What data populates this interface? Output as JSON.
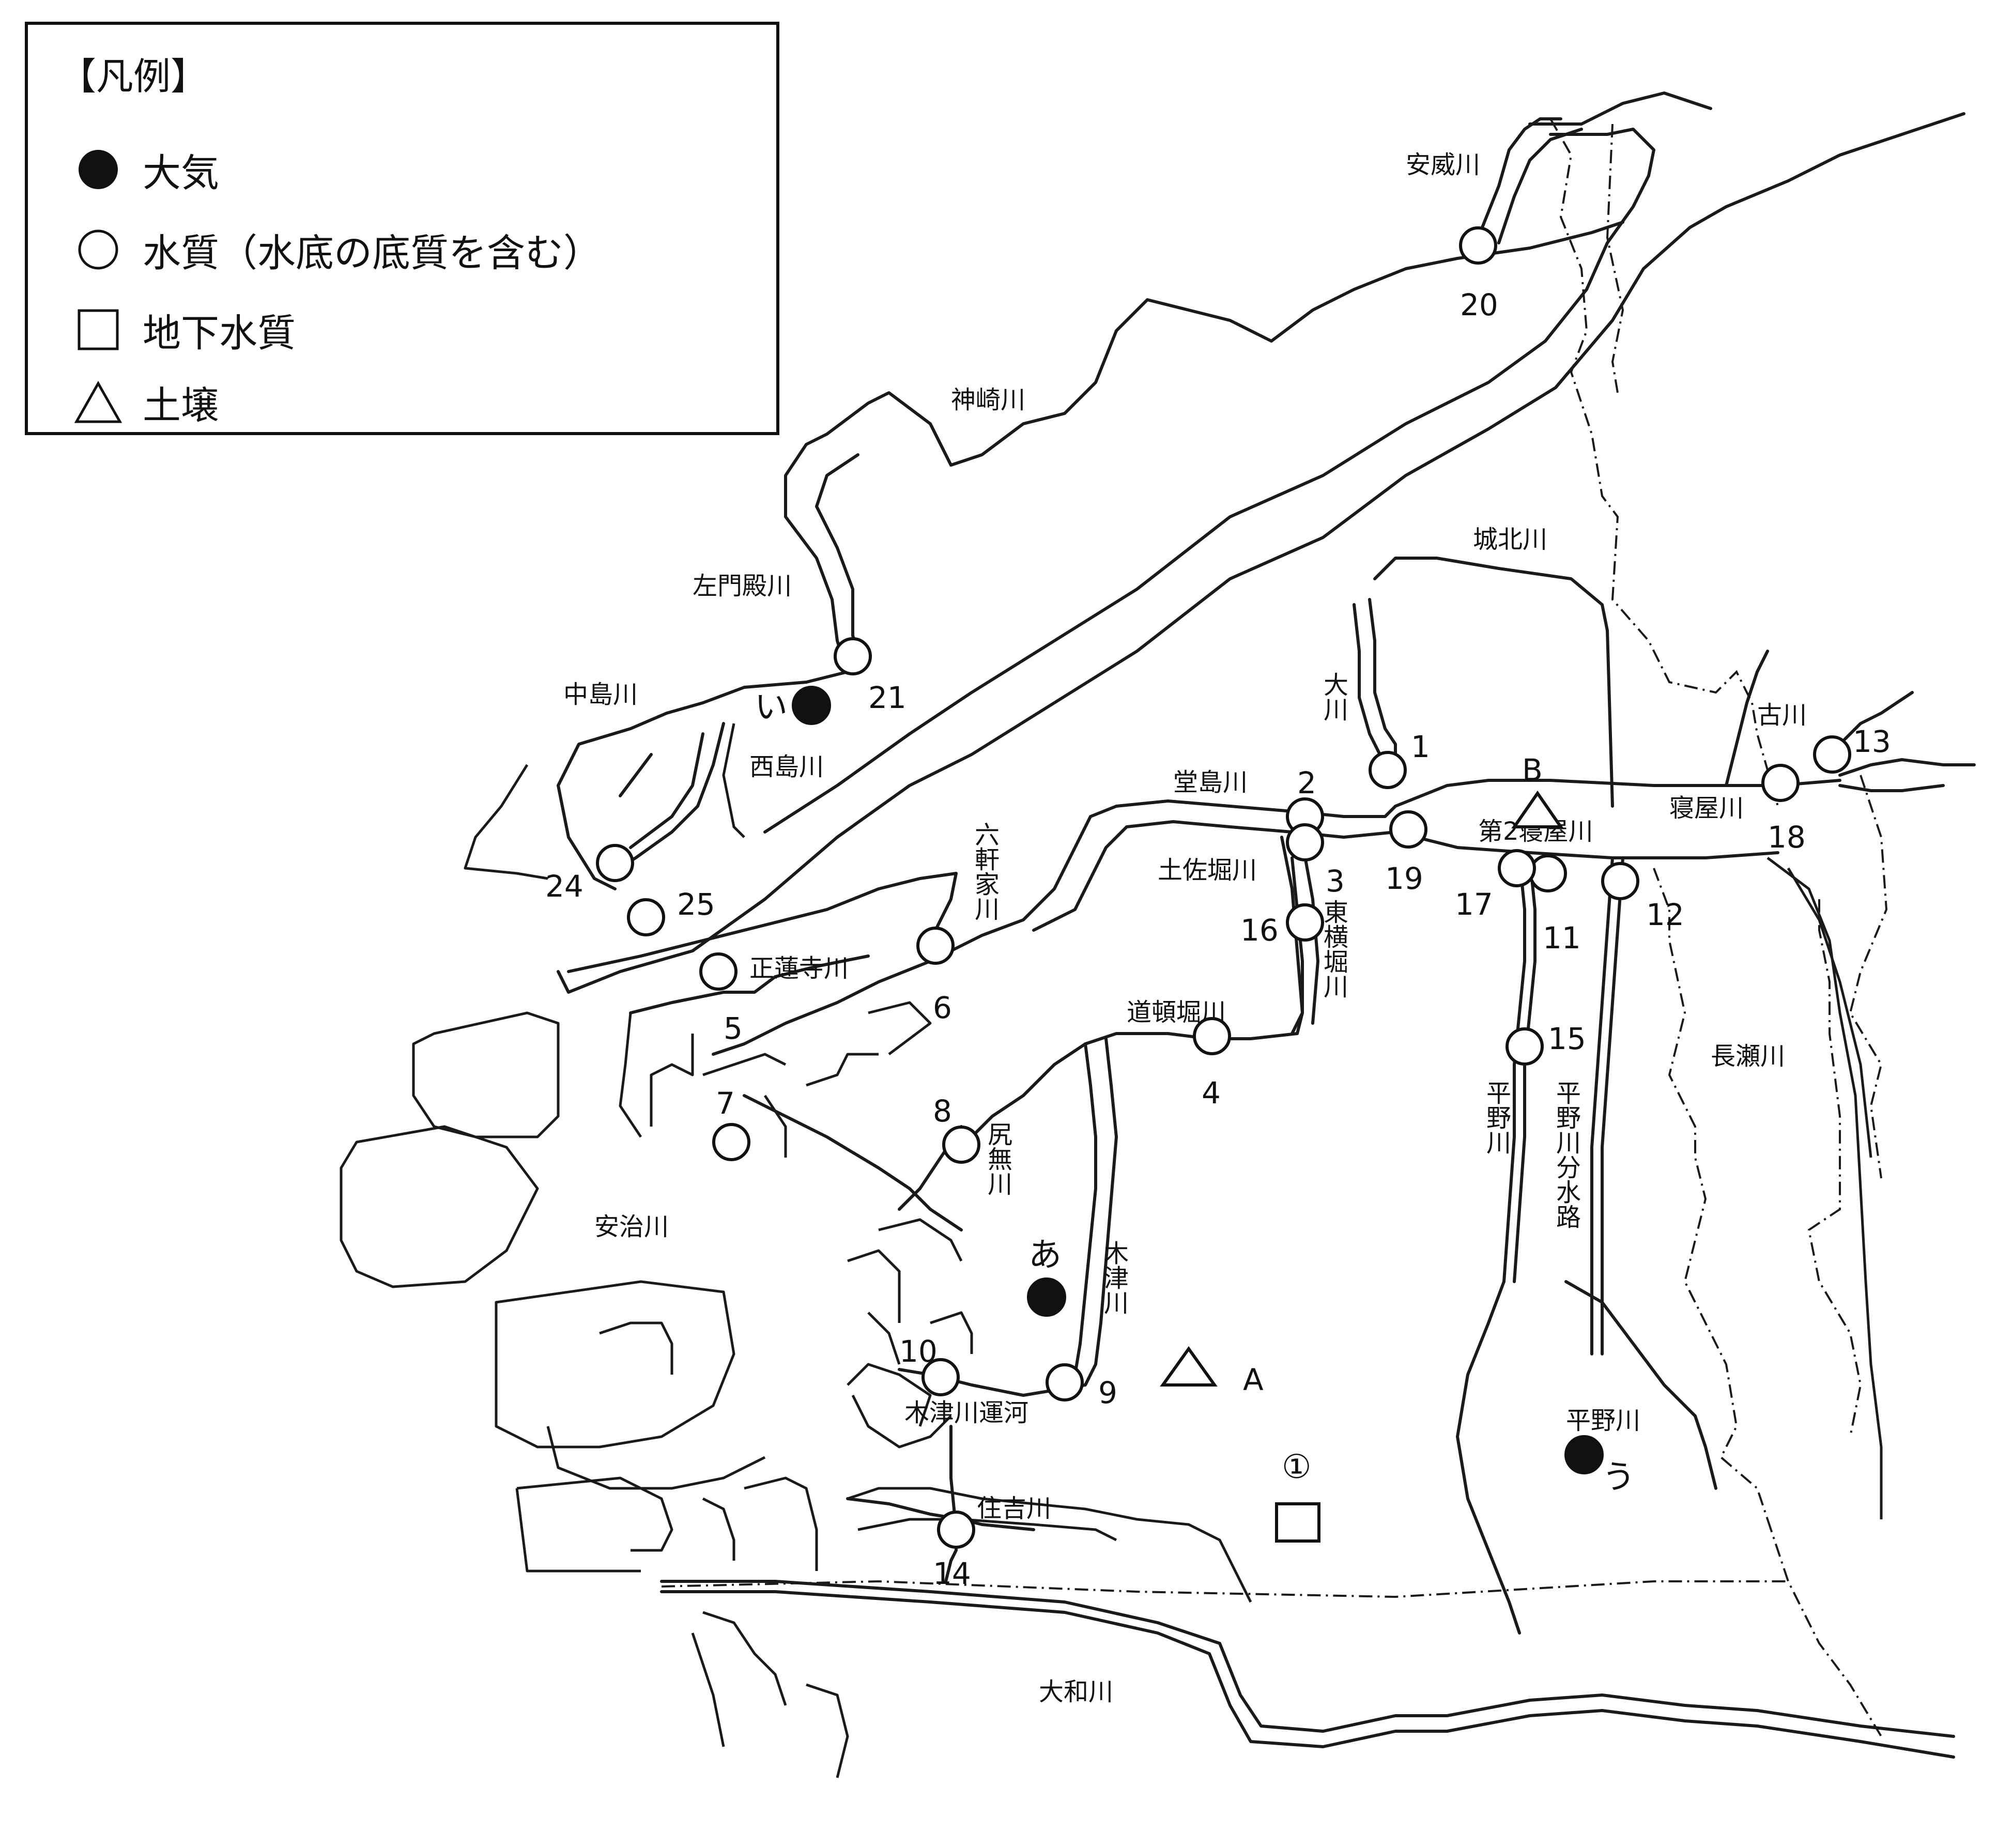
{
  "legend": {
    "title": "【凡例】",
    "items": [
      {
        "symbol": "filled-circle",
        "label": "大気"
      },
      {
        "symbol": "open-circle",
        "label": "水質（水底の底質を含む）"
      },
      {
        "symbol": "open-square",
        "label": "地下水質"
      },
      {
        "symbol": "open-triangle",
        "label": "土壌"
      }
    ]
  },
  "rivers": {
    "aigawa": "安威川",
    "kanzaki": "神崎川",
    "jouhoku": "城北川",
    "samondono": "左門殿川",
    "nakajima": "中島川",
    "nishijima": "西島川",
    "okawa": "大川",
    "dojima": "堂島川",
    "tosabori": "土佐堀川",
    "higashiyokobori": "東横堀川",
    "rokkenya": "六軒家川",
    "shorenji": "正蓮寺川",
    "dotonbori": "道頓堀川",
    "shirinashi": "尻無川",
    "ajikawa": "安治川",
    "kizu": "木津川",
    "kizu_canal": "木津川運河",
    "sumiyoshi": "住吉川",
    "yamato": "大和川",
    "daini_neya": "第2寝屋川",
    "neya": "寝屋川",
    "furu": "古川",
    "nagase": "長瀬川",
    "hirano": "平野川",
    "hirano_bunsui": "平野川分水路",
    "hirano_area": "平野川"
  },
  "points": {
    "water": [
      "1",
      "2",
      "3",
      "4",
      "5",
      "6",
      "7",
      "8",
      "9",
      "10",
      "11",
      "12",
      "13",
      "14",
      "15",
      "16",
      "17",
      "18",
      "19",
      "20",
      "21",
      "24",
      "25"
    ],
    "air": [
      "あ",
      "い",
      "う"
    ],
    "groundwater": [
      "①"
    ],
    "soil": [
      "A",
      "B"
    ]
  }
}
